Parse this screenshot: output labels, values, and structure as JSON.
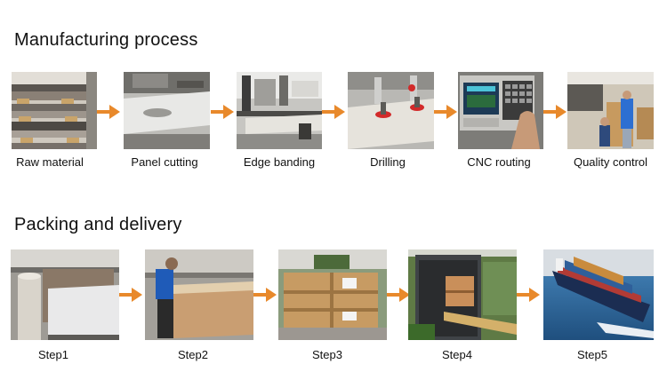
{
  "manufacturing": {
    "title": "Manufacturing process",
    "steps": [
      {
        "label": "Raw material"
      },
      {
        "label": "Panel cutting"
      },
      {
        "label": "Edge banding"
      },
      {
        "label": "Drilling"
      },
      {
        "label": "CNC routing"
      },
      {
        "label": "Quality control"
      }
    ]
  },
  "packing": {
    "title": "Packing and delivery",
    "steps": [
      {
        "label": "Step1"
      },
      {
        "label": "Step2"
      },
      {
        "label": "Step3"
      },
      {
        "label": "Step4"
      },
      {
        "label": "Step5"
      }
    ]
  },
  "colors": {
    "arrow": "#e8892b",
    "text": "#111111",
    "background": "#ffffff"
  },
  "icons": [
    "arrow-right-icon"
  ]
}
